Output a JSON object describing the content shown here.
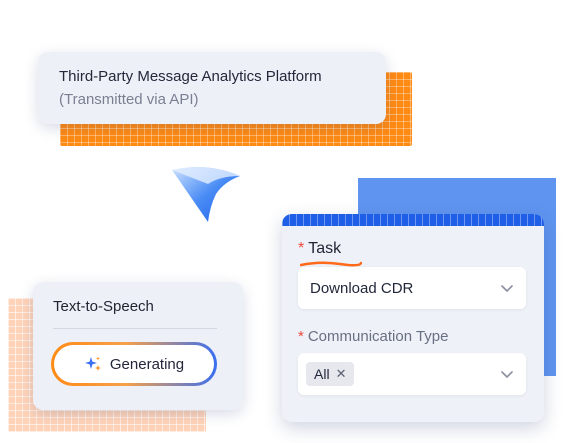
{
  "platform": {
    "title": "Third-Party Message Analytics Platform",
    "subtitle": "(Transmitted via API)"
  },
  "task_form": {
    "required_marker": "*",
    "task_label": "Task",
    "task_value": "Download CDR",
    "comm_label": "Communication Type",
    "comm_tag": "All",
    "comm_tag_remove": "✕"
  },
  "tts": {
    "title": "Text-to-Speech",
    "button_label": "Generating",
    "button_icon": "sparkle-icon"
  },
  "colors": {
    "accent_orange": "#ff8a14",
    "accent_blue": "#1f5fe8",
    "required_red": "#ef4a3d"
  }
}
